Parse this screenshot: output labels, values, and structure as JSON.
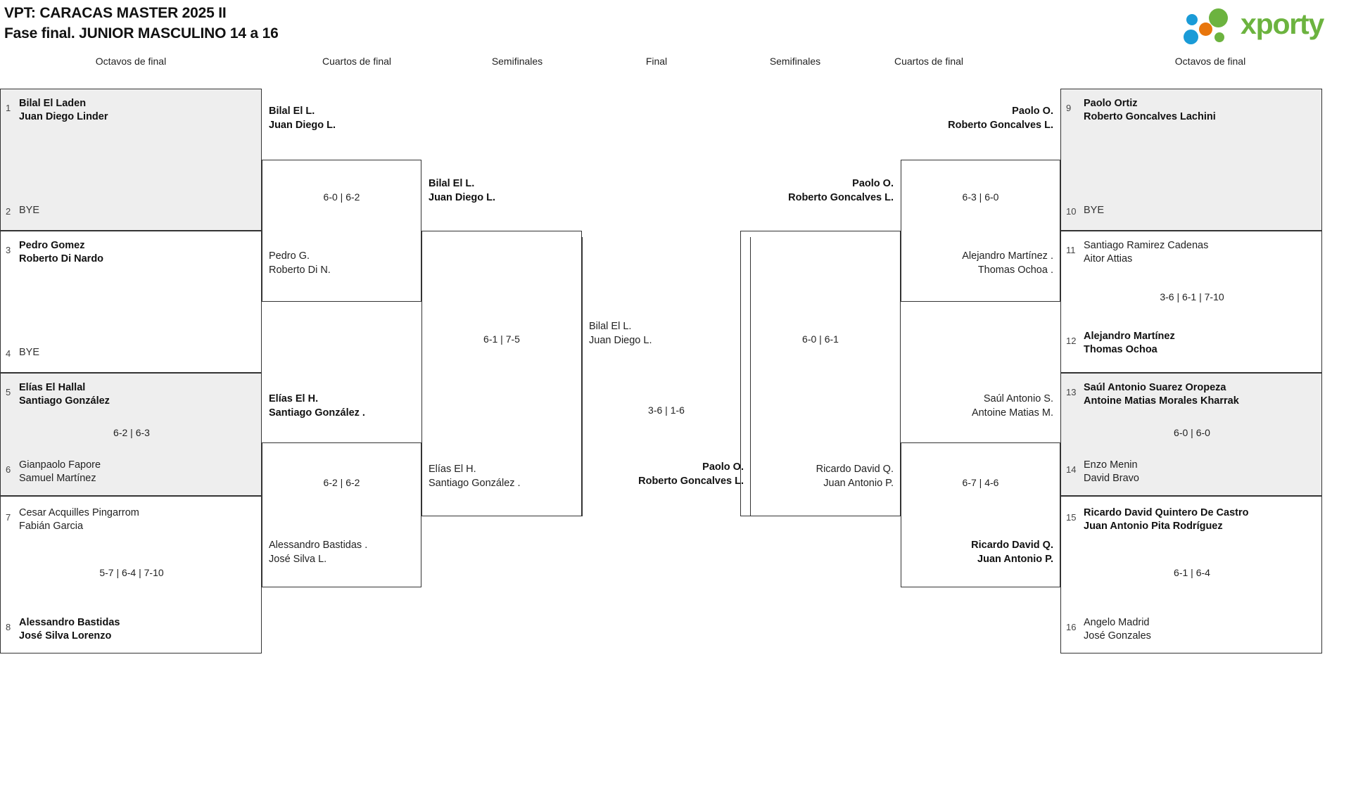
{
  "header": {
    "title_line1": "VPT: CARACAS MASTER 2025 II",
    "title_line2": "Fase final. JUNIOR MASCULINO 14 a 16",
    "logo_text": "xporty",
    "logo_colors": {
      "green": "#6cb33f",
      "blue": "#1a9bd7",
      "orange": "#e8760c"
    }
  },
  "round_headers": {
    "l_octavos": "Octavos de final",
    "l_cuartos": "Cuartos de final",
    "l_semis": "Semifinales",
    "final": "Final",
    "r_semis": "Semifinales",
    "r_cuartos": "Cuartos de final",
    "r_octavos": "Octavos de final"
  },
  "left_octavos": [
    {
      "seed": "1",
      "p1": "Bilal El Laden",
      "p2": "Juan Diego Linder",
      "winner": true,
      "bye": false
    },
    {
      "seed": "2",
      "p1": "BYE",
      "p2": "",
      "winner": false,
      "bye": true
    },
    {
      "seed": "3",
      "p1": "Pedro Gomez",
      "p2": "Roberto Di Nardo",
      "winner": true,
      "bye": false
    },
    {
      "seed": "4",
      "p1": "BYE",
      "p2": "",
      "winner": false,
      "bye": true
    },
    {
      "seed": "5",
      "p1": "Elías El Hallal",
      "p2": "Santiago González",
      "winner": true,
      "bye": false
    },
    {
      "seed": "6",
      "p1": "Gianpaolo Fapore",
      "p2": "Samuel Martínez",
      "winner": false,
      "bye": false
    },
    {
      "seed": "7",
      "p1": "Cesar Acquilles Pingarrom",
      "p2": "Fabián Garcia",
      "winner": false,
      "bye": false
    },
    {
      "seed": "8",
      "p1": "Alessandro Bastidas",
      "p2": "José Silva Lorenzo",
      "winner": true,
      "bye": false
    }
  ],
  "left_octavos_scores": {
    "m1": "",
    "m2": "",
    "m3": "6-2 | 6-3",
    "m4": "5-7 | 6-4 | 7-10"
  },
  "left_cuartos": [
    {
      "top_p1": "Bilal El L.",
      "top_p2": "Juan Diego L.",
      "top_win": true,
      "bot_p1": "Pedro G.",
      "bot_p2": "Roberto Di N.",
      "bot_win": false,
      "score": "6-0 | 6-2"
    },
    {
      "top_p1": "Elías El H.",
      "top_p2": "Santiago González .",
      "top_win": true,
      "bot_p1": "Alessandro Bastidas .",
      "bot_p2": "José Silva L.",
      "bot_win": false,
      "score": "6-2 | 6-2"
    }
  ],
  "left_semis": {
    "top_p1": "Bilal El L.",
    "top_p2": "Juan Diego L.",
    "top_win": true,
    "bot_p1": "Elías El H.",
    "bot_p2": "Santiago González .",
    "bot_win": false,
    "score": "6-1 | 7-5"
  },
  "final": {
    "top_p1": "Bilal El L.",
    "top_p2": "Juan Diego L.",
    "top_win": false,
    "bot_p1": "Paolo O.",
    "bot_p2": "Roberto Goncalves L.",
    "bot_win": true,
    "score": "3-6 | 1-6"
  },
  "right_semis": {
    "top_p1": "Paolo O.",
    "top_p2": "Roberto Goncalves L.",
    "top_win": true,
    "bot_p1": "Ricardo David Q.",
    "bot_p2": "Juan Antonio P.",
    "bot_win": false,
    "score": "6-0 | 6-1"
  },
  "right_cuartos": [
    {
      "top_p1": "Paolo O.",
      "top_p2": "Roberto Goncalves L.",
      "top_win": true,
      "bot_p1": "Alejandro Martínez .",
      "bot_p2": "Thomas Ochoa .",
      "bot_win": false,
      "score": "6-3 | 6-0"
    },
    {
      "top_p1": "Saúl Antonio S.",
      "top_p2": "Antoine Matias M.",
      "top_win": false,
      "bot_p1": "Ricardo David Q.",
      "bot_p2": "Juan Antonio P.",
      "bot_win": true,
      "score": "6-7 | 4-6"
    }
  ],
  "right_octavos": [
    {
      "seed": "9",
      "p1": "Paolo Ortiz",
      "p2": "Roberto Goncalves Lachini",
      "winner": true,
      "bye": false
    },
    {
      "seed": "10",
      "p1": "BYE",
      "p2": "",
      "winner": false,
      "bye": true
    },
    {
      "seed": "11",
      "p1": "Santiago Ramirez Cadenas",
      "p2": "Aitor Attias",
      "winner": false,
      "bye": false
    },
    {
      "seed": "12",
      "p1": "Alejandro Martínez",
      "p2": "Thomas Ochoa",
      "winner": true,
      "bye": false
    },
    {
      "seed": "13",
      "p1": "Saúl Antonio Suarez Oropeza",
      "p2": "Antoine Matias Morales Kharrak",
      "winner": true,
      "bye": false
    },
    {
      "seed": "14",
      "p1": "Enzo Menin",
      "p2": "David Bravo",
      "winner": false,
      "bye": false
    },
    {
      "seed": "15",
      "p1": "Ricardo David Quintero De Castro",
      "p2": "Juan Antonio Pita Rodríguez",
      "winner": true,
      "bye": false
    },
    {
      "seed": "16",
      "p1": "Angelo Madrid",
      "p2": "José Gonzales",
      "winner": false,
      "bye": false
    }
  ],
  "right_octavos_scores": {
    "m1": "",
    "m2": "3-6 | 6-1 | 7-10",
    "m3": "6-0 | 6-0",
    "m4": "6-1 | 6-4"
  }
}
